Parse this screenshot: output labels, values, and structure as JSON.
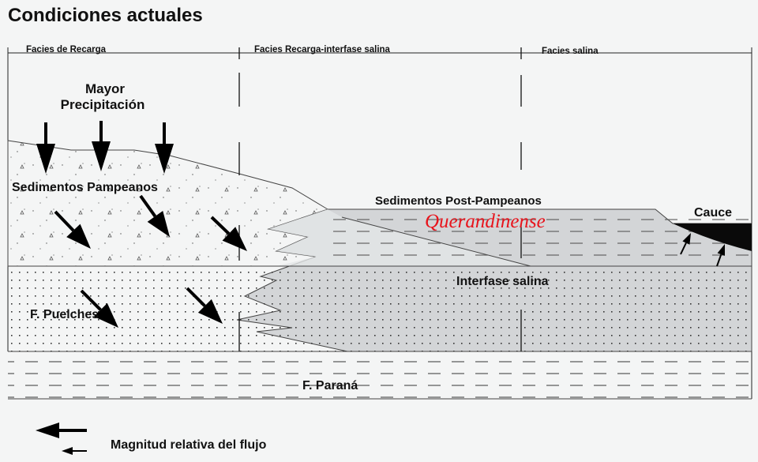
{
  "title": "Condiciones actuales",
  "facies": [
    "Facies de Recarga",
    "Facies Recarga-interfase salina",
    "Facies salina"
  ],
  "labels": {
    "precip_1": "Mayor",
    "precip_2": "Precipitación",
    "pampeanos": "Sedimentos Pampeanos",
    "post_pampeanos": "Sedimentos Post-Pampeanos",
    "querandinense": "Querandinense",
    "cauce": "Cauce",
    "interfase": "Interfase salina",
    "puelches": "F. Puelches",
    "parana": "F. Paraná"
  },
  "legend": {
    "text": "Magnitud relativa del flujo"
  },
  "colors": {
    "querandinense": "#e8141c",
    "gray_layer": "#d3d5d7",
    "cauce": "#0a0a0a"
  }
}
